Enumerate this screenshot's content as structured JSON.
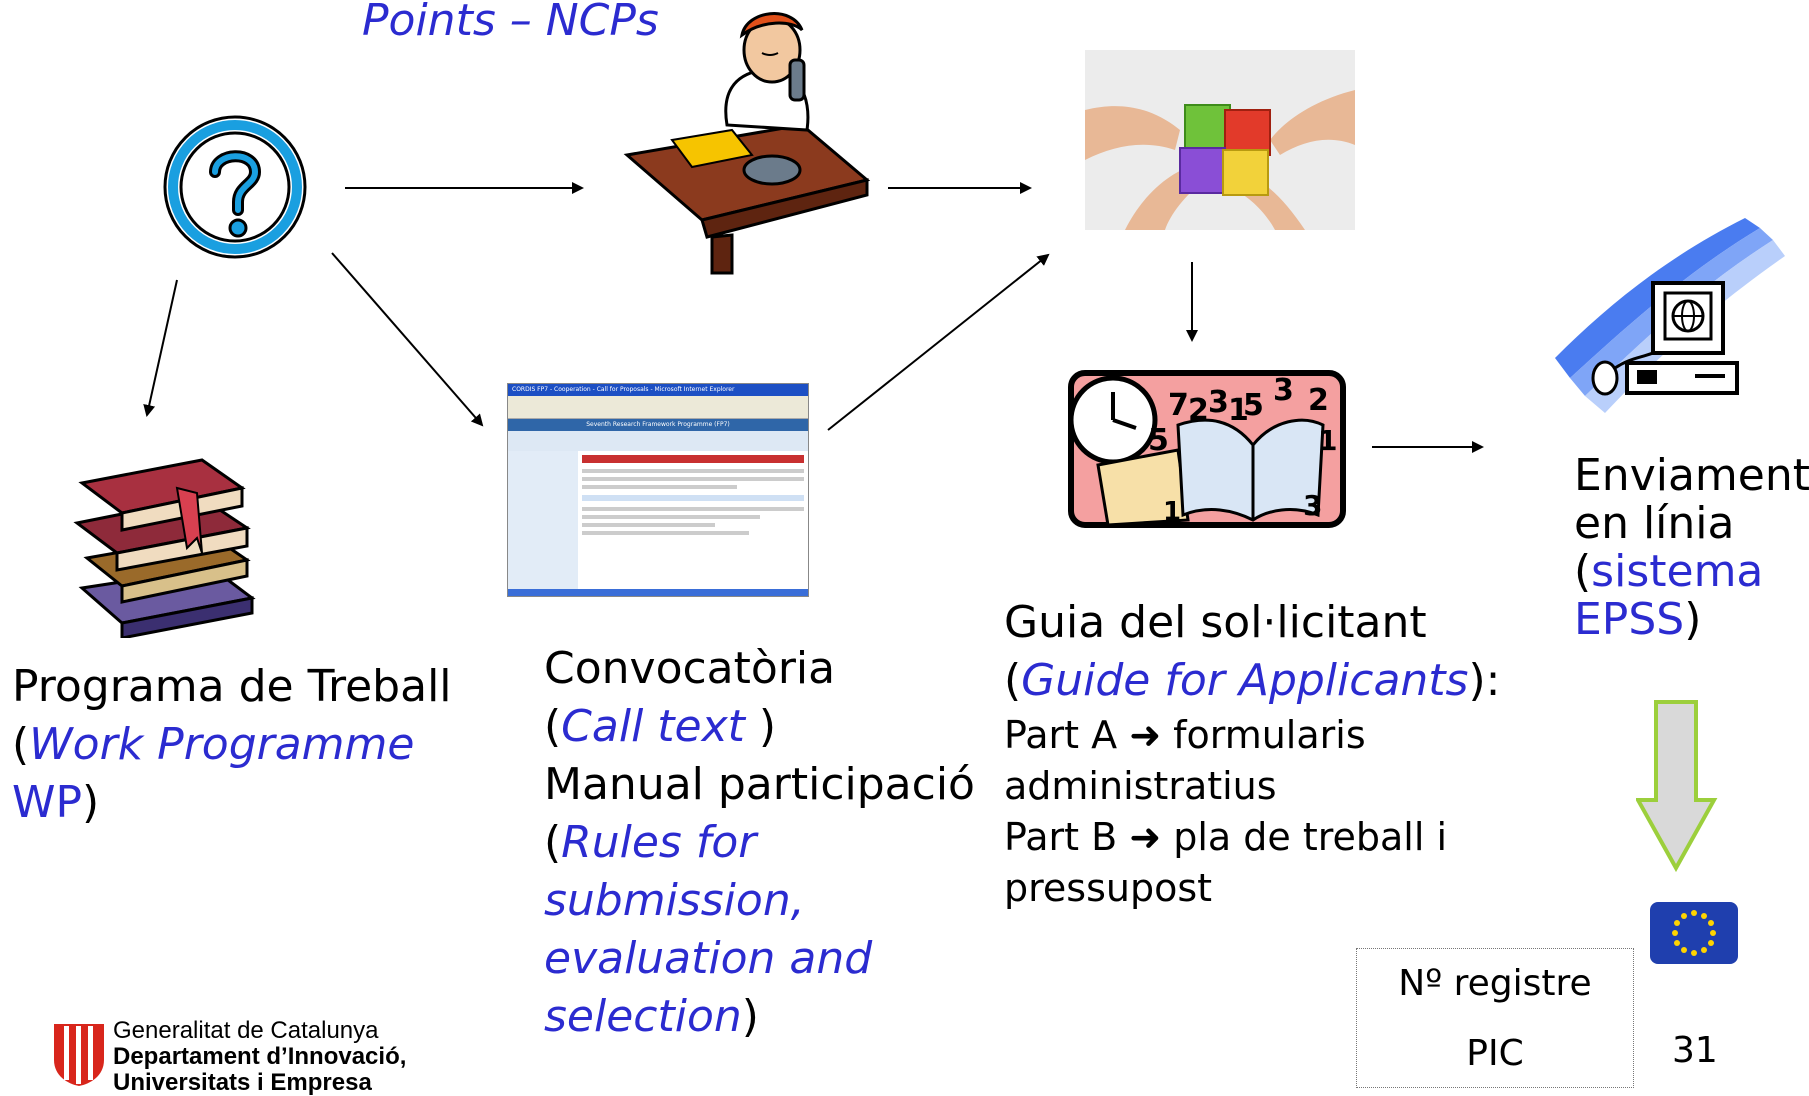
{
  "header_caption": "Points – NCPs",
  "work_programme": {
    "title": "Programa de Treball",
    "open": "(",
    "italic": "Work Programme",
    "abbr": "WP",
    "close": ")"
  },
  "call": {
    "title": "Convocatòria",
    "call_open": "(",
    "call_italic": "Call text",
    "call_close": " )",
    "manual": "Manual participació",
    "rules_open": "(",
    "rules_line1": "Rules for",
    "rules_line2": "submission,",
    "rules_line3": "evaluation and",
    "rules_line4": "selection",
    "rules_close": ")"
  },
  "guide": {
    "title": "Guia del sol·licitant",
    "open": "(",
    "italic": "Guide for Applicants",
    "close": "):",
    "partA_label": "Part A",
    "partA_arrow": "➜",
    "partA_text": "formularis",
    "partA_text2": "administratius",
    "partB_label": "Part B",
    "partB_arrow": "➜",
    "partB_text": "pla de treball i",
    "partB_text2": "pressupost"
  },
  "submission": {
    "line1": "Enviament",
    "line2": "en línia",
    "open": "(",
    "system": "sistema",
    "epss": "EPSS",
    "close": ")"
  },
  "registry": {
    "row1": "Nº registre",
    "row2": "PIC"
  },
  "page_number": "31",
  "footer": {
    "line1": "Generalitat de Catalunya",
    "line2": "Departament d’Innovació,",
    "line3": "Universitats i Empresa"
  },
  "browser_window_title": "CORDIS FP7 - Cooperation - Call for Proposals - Microsoft Internet Explorer",
  "browser_banner": "Seventh Research Framework Programme (FP7)",
  "colors": {
    "accent_blue": "#2b2bd0",
    "green_arrow": "#99cc33",
    "eu_blue": "#1f3fae",
    "eu_star": "#ffd400"
  }
}
